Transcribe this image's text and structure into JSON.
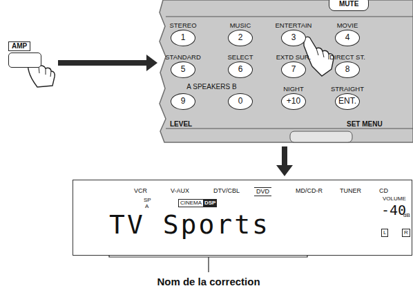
{
  "diagram": {
    "nodes": [
      {
        "text": [
          "AMP"
        ]
      },
      {
        "text": [
          "A SPEAKERS B",
          "LEVEL",
          "SET MENU"
        ]
      },
      {
        "text": [
          "MUTE"
        ],
        "in": 1
      },
      {
        "text": [
          "STEREO",
          "1"
        ],
        "in": 1
      },
      {
        "text": [
          "MUSIC",
          "2"
        ],
        "in": 1
      },
      {
        "text": [
          "ENTERTAIN",
          "3"
        ],
        "in": 1
      },
      {
        "text": [
          "MOVIE",
          "4"
        ],
        "in": 1
      },
      {
        "text": [
          "STANDARD",
          "5"
        ],
        "in": 1
      },
      {
        "text": [
          "SELECT",
          "6"
        ],
        "in": 1
      },
      {
        "text": [
          "EXTD SUR.",
          "7"
        ],
        "in": 1
      },
      {
        "text": [
          "DIRECT ST.",
          "8"
        ],
        "in": 1
      },
      {
        "text": [
          "9"
        ],
        "in": 1
      },
      {
        "text": [
          "0"
        ],
        "in": 1
      },
      {
        "text": [
          "NIGHT",
          "+10"
        ],
        "in": 1
      },
      {
        "text": [
          "STRAIGHT",
          "ENT."
        ],
        "in": 1
      },
      {
        "text": [
          "VCR",
          "V-AUX",
          "DTV/CBL",
          "DVD",
          "MD/CD-R",
          "TUNER",
          "CD",
          "SP",
          "A",
          "CINEMA",
          "DSP",
          "TV Sports",
          "VOLUME",
          "-40",
          "dB",
          "L",
          "R"
        ]
      }
    ],
    "edges": [
      {
        "from": 0,
        "to": 1,
        "arrow": "to"
      },
      {
        "from": 1,
        "to": 15,
        "arrow": "to"
      }
    ],
    "labels": [
      "Nom de la correction"
    ]
  }
}
